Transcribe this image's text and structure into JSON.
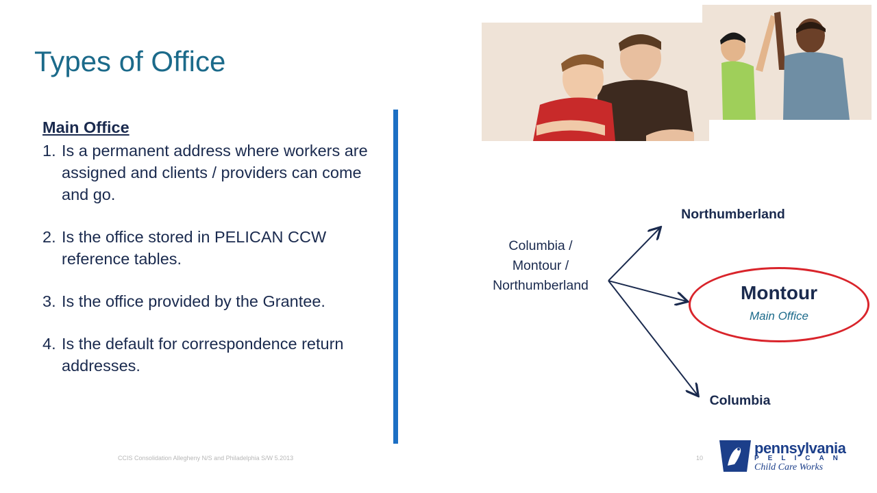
{
  "slide": {
    "title": "Types of Office",
    "section_heading": "Main Office",
    "items": [
      {
        "num": "1.",
        "text": "Is a permanent address where workers are assigned and clients / providers can come and go."
      },
      {
        "num": "2.",
        "text": "Is the office stored in PELICAN CCW reference tables."
      },
      {
        "num": "3.",
        "text": "Is the office provided by the Grantee."
      },
      {
        "num": "4.",
        "text": "Is the default for correspondence return addresses."
      }
    ]
  },
  "diagram": {
    "source_lines": [
      "Columbia /",
      "Montour /",
      "Northumberland"
    ],
    "targets": {
      "top": "Northumberland",
      "middle_name": "Montour",
      "middle_sub": "Main Office",
      "bottom": "Columbia"
    }
  },
  "footer": {
    "text": "CCIS Consolidation Allegheny N/S and Philadelphia S/W 5.2013",
    "page_number": "10"
  },
  "logo": {
    "word": "pennsylvania",
    "program": "PELICAN",
    "tagline": "Child Care Works"
  },
  "colors": {
    "title": "#1b6a8a",
    "body_text": "#1a2a4e",
    "divider": "#1c6fc4",
    "highlight_oval": "#d9242b"
  }
}
